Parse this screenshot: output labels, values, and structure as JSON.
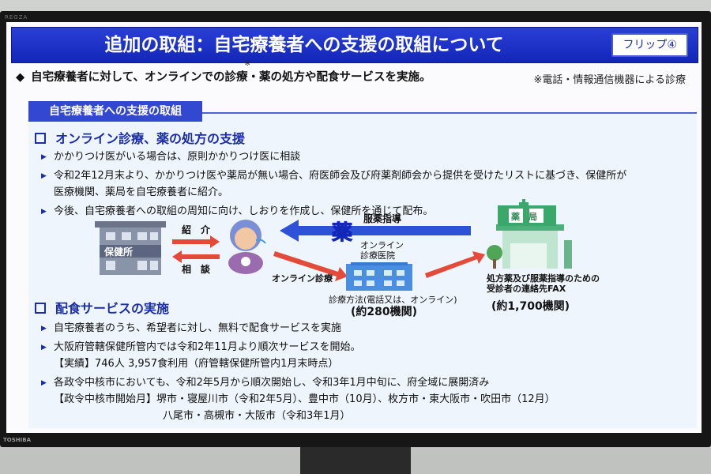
{
  "bezel": {
    "brand_top": "REGZA",
    "brand_bottom": "TOSHIBA"
  },
  "slide": {
    "title": "追加の取組：自宅療養者への支援の取組について",
    "flip_label": "フリップ④",
    "intro": "自宅療養者に対して、オンラインでの診療・薬の処方や配食サービスを実施。",
    "intro_mark": "※",
    "note": "※電話・情報通信機器による診療",
    "panel_tab": "自宅療養者への支援の取組",
    "section1": {
      "heading": "オンライン診療、薬の処方の支援",
      "items": [
        "かかりつけ医がいる場合は、原則かかりつけ医に相談",
        "令和2年12月末より、かかりつけ医や薬局が無い場合、府医師会及び府薬剤師会から提供を受けたリストに基づき、保健所が",
        "今後、自宅療養者への取組の周知に向け、しおりを作成し、保健所を通じて配布。"
      ],
      "item2_cont": "医療機関、薬局を自宅療養者に紹介。"
    },
    "diagram": {
      "hokenjo_sign": "保健所",
      "shokai": "紹　介",
      "sodan": "相　談",
      "fukuyaku": "服薬指導",
      "kusuri_glyph": "薬",
      "online_clinic": "オンライン\n診療医院",
      "online_shinryo": "オンライン診療",
      "method": "診療方法(電話又は、オンライン)",
      "clinic_count": "(約280機関)",
      "pharmacy_sign": "薬　局",
      "fax_label": "処方薬及び服薬指導のための\n受診者の連絡先FAX",
      "pharmacy_count": "(約1,700機関)"
    },
    "section2": {
      "heading": "配食サービスの実施",
      "items": [
        "自宅療養者のうち、希望者に対し、無料で配食サービスを実施",
        "大阪府管轄保健所管内では令和2年11月より順次サービスを開始。",
        "各政令中核市においても、令和2年5月から順次開始し、令和3年1月中旬に、府全域に展開済み"
      ],
      "jisseki": "【実績】746人  3,957食利用（府管轄保健所管内1月末時点）",
      "kaishi": "【政令中核市開始月】堺市・寝屋川市（令和2年5月）、豊中市（10月）、枚方市・東大阪市・吹田市（12月）",
      "kaishi2": "八尾市・高槻市・大阪市（令和3年1月）"
    }
  },
  "colors": {
    "title_bg": "#1226b8",
    "heading": "#1b2ea8",
    "panel_bg": "#eef5fc",
    "arrow_red": "#e34a3a",
    "arrow_blue": "#2d52d8"
  }
}
